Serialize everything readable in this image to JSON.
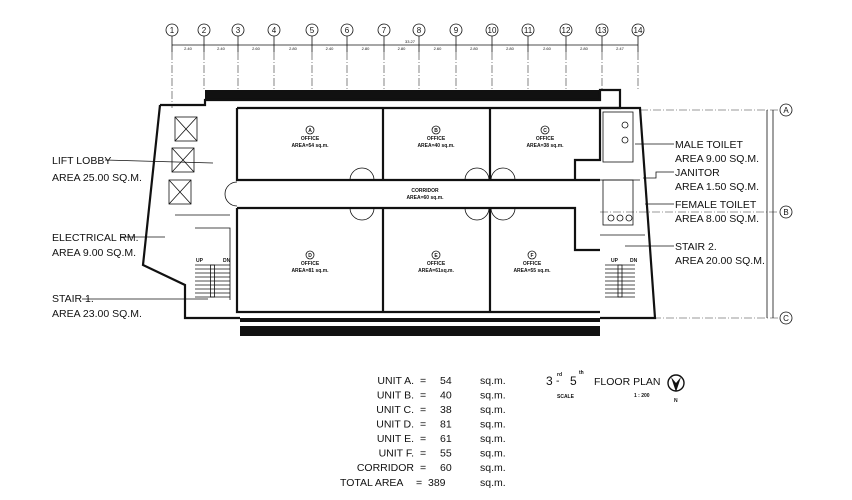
{
  "grid_columns": [
    "1",
    "2",
    "3",
    "4",
    "5",
    "6",
    "7",
    "8",
    "9",
    "10",
    "11",
    "12",
    "13",
    "14"
  ],
  "grid_rows": [
    "A",
    "B",
    "C"
  ],
  "dimensions": {
    "overall": "33.27",
    "spans": [
      "2.40",
      "2.40",
      "2.60",
      "2.80",
      "2.40",
      "2.80",
      "2.80",
      "2.60",
      "2.80",
      "2.80",
      "2.60",
      "2.80",
      "2.47"
    ]
  },
  "rooms": [
    {
      "id": "A",
      "name": "OFFICE",
      "area": "AREA=54 sq.m."
    },
    {
      "id": "B",
      "name": "OFFICE",
      "area": "AREA=40 sq.m."
    },
    {
      "id": "C",
      "name": "OFFICE",
      "area": "AREA=38 sq.m."
    },
    {
      "id": "D",
      "name": "OFFICE",
      "area": "AREA=81 sq.m."
    },
    {
      "id": "E",
      "name": "OFFICE",
      "area": "AREA=61sq.m."
    },
    {
      "id": "F",
      "name": "OFFICE",
      "area": "AREA=55 sq.m."
    }
  ],
  "corridor": {
    "name": "CORRIDOR",
    "area": "AREA=60 sq.m."
  },
  "callouts_left": [
    {
      "name": "LIFT LOBBY",
      "area": "AREA  25.00 SQ.M."
    },
    {
      "name": "ELECTRICAL RM.",
      "area": "AREA  9.00 SQ.M."
    },
    {
      "name": "STAIR 1.",
      "area": "AREA  23.00 SQ.M."
    }
  ],
  "callouts_right": [
    {
      "name": "MALE TOILET",
      "area": "AREA  9.00 SQ.M."
    },
    {
      "name": "JANITOR",
      "area": "AREA  1.50 SQ.M."
    },
    {
      "name": "FEMALE TOILET",
      "area": "AREA  8.00 SQ.M."
    },
    {
      "name": "STAIR 2.",
      "area": "AREA  20.00 SQ.M."
    }
  ],
  "stair_labels": {
    "up": "UP",
    "down": "DN"
  },
  "area_schedule": [
    {
      "label": "UNIT A.",
      "eq": "=",
      "value": "54",
      "unit": "sq.m."
    },
    {
      "label": "UNIT B.",
      "eq": "=",
      "value": "40",
      "unit": "sq.m."
    },
    {
      "label": "UNIT C.",
      "eq": "=",
      "value": "38",
      "unit": "sq.m."
    },
    {
      "label": "UNIT D.",
      "eq": "=",
      "value": "81",
      "unit": "sq.m."
    },
    {
      "label": "UNIT E.",
      "eq": "=",
      "value": "61",
      "unit": "sq.m."
    },
    {
      "label": "UNIT F.",
      "eq": "=",
      "value": "55",
      "unit": "sq.m."
    },
    {
      "label": "CORRIDOR",
      "eq": "=",
      "value": "60",
      "unit": "sq.m."
    }
  ],
  "total": {
    "label": "TOTAL AREA",
    "eq": "=",
    "value": "389",
    "unit": "sq.m."
  },
  "title": {
    "from": "3",
    "from_sup": "rd",
    "dash": "-",
    "to": "5",
    "to_sup": "th",
    "text": "FLOOR PLAN",
    "scale_label": "SCALE",
    "scale": "1 : 200",
    "north": "N"
  }
}
